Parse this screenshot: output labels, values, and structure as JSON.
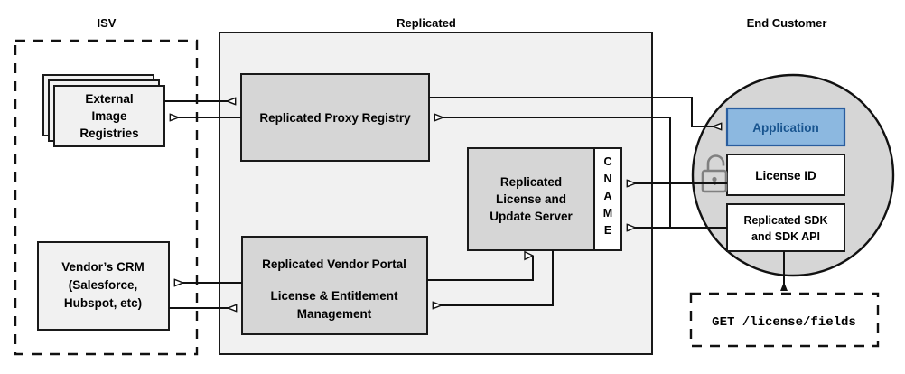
{
  "diagram": {
    "groups": {
      "isv": {
        "title": "ISV",
        "style": "dashed-container"
      },
      "replicated": {
        "title": "Replicated",
        "style": "filled-panel"
      },
      "end_customer": {
        "title": "End Customer",
        "style": "circle"
      }
    },
    "nodes": {
      "external_image_registries": {
        "label_lines": [
          "External",
          "Image",
          "Registries"
        ],
        "stacked": true,
        "stack_count": 3
      },
      "vendors_crm": {
        "label_lines": [
          "Vendor’s CRM",
          "(Salesforce,",
          "Hubspot, etc)"
        ]
      },
      "proxy_registry": {
        "label_lines": [
          "Replicated Proxy Registry"
        ]
      },
      "license_update_server": {
        "label_lines": [
          "Replicated",
          "License and",
          "Update Server"
        ]
      },
      "cname": {
        "label_letters": [
          "C",
          "N",
          "A",
          "M",
          "E"
        ]
      },
      "vendor_portal": {
        "label_lines": [
          "Replicated Vendor Portal",
          "",
          "License & Entitlement",
          "Management"
        ]
      },
      "application": {
        "label_lines": [
          "Application"
        ]
      },
      "license_id": {
        "label_lines": [
          "License ID"
        ]
      },
      "replicated_sdk": {
        "label_lines": [
          "Replicated SDK",
          "and SDK API"
        ]
      },
      "api_call": {
        "label_lines": [
          "GET /license/fields"
        ],
        "style": "dashed-monospace"
      }
    },
    "icons": {
      "padlock": "unlocked-padlock-icon"
    },
    "colors": {
      "panel_fill": "#f1f1f1",
      "node_fill": "#d6d6d6",
      "circle_fill": "#d6d6d6",
      "application_fill": "#8cb8e0",
      "application_stroke": "#2a5d9e",
      "application_text": "#18548f",
      "stroke": "#111111",
      "lock_stroke": "#808080"
    }
  }
}
